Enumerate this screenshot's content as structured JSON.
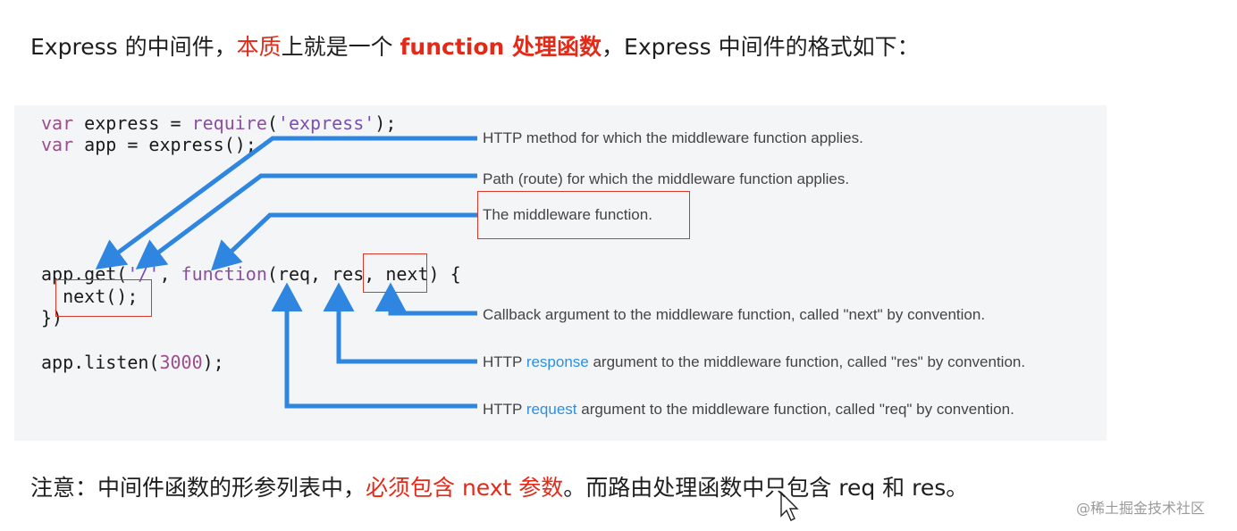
{
  "heading": {
    "part1": "Express 的中间件，",
    "part2_red": "本质",
    "part3": "上就是一个 ",
    "part4_red_bold": "function 处理函数",
    "part5": "，Express 中间件的格式如下："
  },
  "code": {
    "line1_kw": "var",
    "line1_rest_a": " express = ",
    "line1_fn": "require",
    "line1_open": "(",
    "line1_str": "'express'",
    "line1_close": ");",
    "line2_kw": "var",
    "line2_rest": " app = express();",
    "line3_a": "app.get(",
    "line3_str": "'/'",
    "line3_b": ", ",
    "line3_fn": "function",
    "line3_c": "(req, res, next) {",
    "line4": "  next();",
    "line5": "})",
    "line6_a": "app.listen(",
    "line6_num": "3000",
    "line6_b": ");"
  },
  "annotations": {
    "method": "HTTP method for which the middleware function applies.",
    "path": "Path (route) for which the middleware function applies.",
    "middleware": "The middleware function.",
    "next": "Callback argument to the middleware function, called \"next\" by convention.",
    "res_prefix": "HTTP ",
    "res_blue": "response",
    "res_suffix": " argument to the middleware function, called \"res\" by convention.",
    "req_prefix": "HTTP ",
    "req_blue": "request",
    "req_suffix": " argument to the middleware function, called \"req\" by convention."
  },
  "footer": {
    "part1": "注意：中间件函数的形参列表中，",
    "part2_red": "必须包含 next 参数",
    "part3": "。而路由处理函数中只包含 req 和 res。"
  },
  "watermark": "@稀土掘金技术社区",
  "colors": {
    "accent_red": "#e32a19",
    "arrow_blue": "#2f86e0",
    "box_red": "#d9362c",
    "link_blue": "#2d8fe0"
  },
  "icons": [
    "arrow-icon",
    "mouse-cursor-icon"
  ]
}
